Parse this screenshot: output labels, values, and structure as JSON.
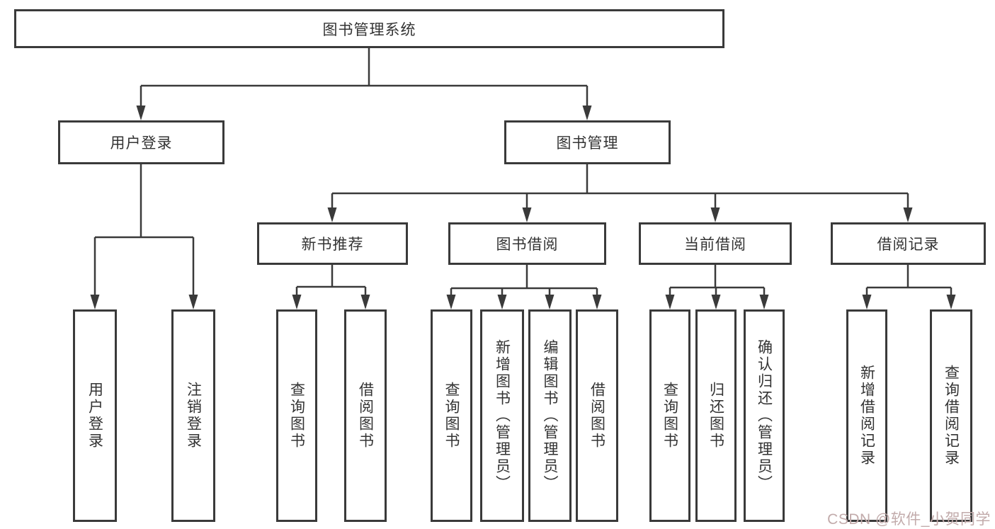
{
  "root": {
    "label": "图书管理系统"
  },
  "level2": {
    "user_login": "用户登录",
    "book_mgmt": "图书管理"
  },
  "level3": {
    "new_book_rec": "新书推荐",
    "book_borrow": "图书借阅",
    "current_borrow": "当前借阅",
    "borrow_records": "借阅记录"
  },
  "leaves": {
    "login_user": "用户登录",
    "login_logout": "注销登录",
    "rec_query_book": "查询图书",
    "rec_borrow_book": "借阅图书",
    "bb_query_book": "查询图书",
    "bb_add_book": "新增图书（管理员）",
    "bb_edit_book": "编辑图书（管理员）",
    "bb_borrow_book": "借阅图书",
    "cb_query_book": "查询图书",
    "cb_return_book": "归还图书",
    "cb_confirm_return": "确认归还（管理员）",
    "br_add_record": "新增借阅记录",
    "br_query_record": "查询借阅记录"
  },
  "watermark": "CSDN @软件_小贺同学",
  "colors": {
    "line": "#3a3a3a",
    "box_border": "#3a3a3a",
    "text": "#333333",
    "watermark": "#c2abab",
    "background": "#ffffff"
  }
}
